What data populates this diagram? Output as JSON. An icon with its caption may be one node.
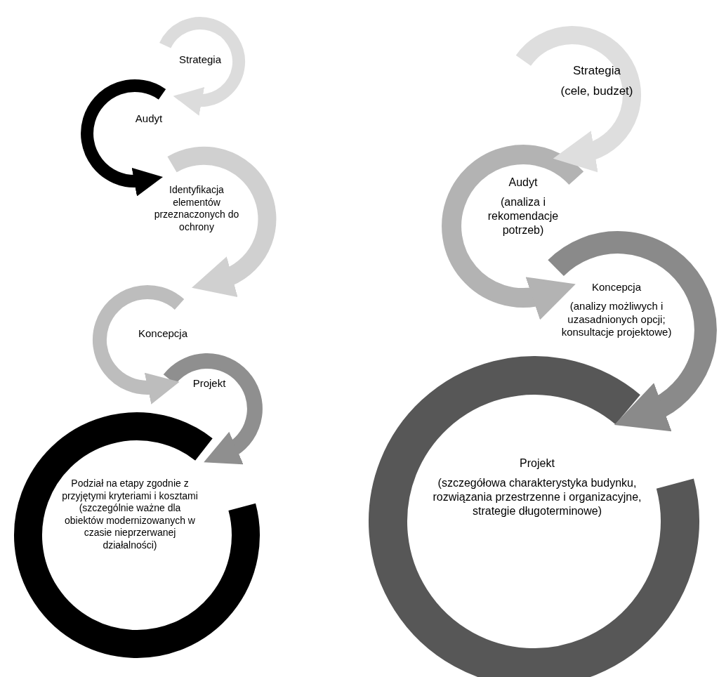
{
  "diagram": {
    "nodes": [
      {
        "text": [
          "Strategia"
        ]
      },
      {
        "text": [
          "Audyt"
        ]
      },
      {
        "text": [
          "Identyfikacja elementów przeznaczonych do ochrony"
        ]
      },
      {
        "text": [
          "Koncepcja"
        ]
      },
      {
        "text": [
          "Projekt"
        ]
      },
      {
        "text": [
          "Podział na etapy zgodnie z przyjętymi kryteriami i kosztami (szczególnie ważne dla obiektów modernizowanych w czasie nieprzerwanej działalności)"
        ]
      },
      {
        "text": [
          "Strategia",
          "(cele, budzet)"
        ]
      },
      {
        "text": [
          "Audyt",
          "(analiza i rekomendacje potrzeb)"
        ]
      },
      {
        "text": [
          "Koncepcja",
          "(analizy możliwych i uzasadnionych opcji; konsultacje projektowe)"
        ]
      },
      {
        "text": [
          "Projekt",
          "(szczegółowa charakterystyka budynku, rozwiązania przestrzenne i organizacyjne, strategie  długoterminowe)"
        ]
      }
    ],
    "edges": [
      {
        "from": 0,
        "to": 1,
        "arrow": "to",
        "color": "#dcdcdc"
      },
      {
        "from": 1,
        "to": 2,
        "arrow": "to",
        "color": "#000000"
      },
      {
        "from": 2,
        "to": 3,
        "arrow": "to",
        "color": "#d0d0d0"
      },
      {
        "from": 3,
        "to": 4,
        "arrow": "to",
        "color": "#bdbdbd"
      },
      {
        "from": 4,
        "to": 5,
        "arrow": "to",
        "color": "#8f8f8f"
      },
      {
        "from": 6,
        "to": 7,
        "arrow": "to",
        "color": "#dedede"
      },
      {
        "from": 7,
        "to": 8,
        "arrow": "to",
        "color": "#b3b3b3"
      },
      {
        "from": 8,
        "to": 9,
        "arrow": "to",
        "color": "#8a8a8a"
      }
    ]
  }
}
